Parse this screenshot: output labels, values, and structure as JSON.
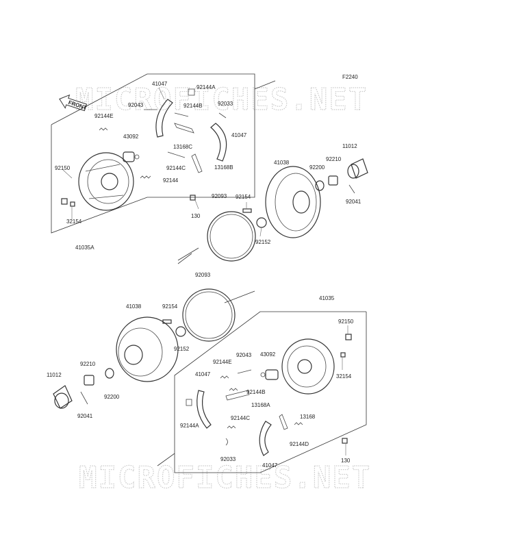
{
  "figure_code": "F2240",
  "watermarks": [
    "MICROFICHES.NET",
    "MICROFICHES.NET"
  ],
  "front_label": "FRONT",
  "upper_labels": [
    "41047",
    "92144A",
    "92043",
    "92144B",
    "92033",
    "92144E",
    "43092",
    "41047",
    "13168C",
    "92144C",
    "13168B",
    "92144",
    "92150",
    "32154",
    "41035A",
    "130",
    "92093",
    "92154",
    "41038",
    "92200",
    "92210",
    "11012",
    "92041",
    "92152"
  ],
  "lower_labels": [
    "92093",
    "41038",
    "92154",
    "41035",
    "92150",
    "92152",
    "92043",
    "92144E",
    "43092",
    "41047",
    "92210",
    "32154",
    "11012",
    "92144B",
    "13168A",
    "92200",
    "92041",
    "92144A",
    "92144C",
    "13168",
    "92144D",
    "92033",
    "130",
    "41047"
  ]
}
